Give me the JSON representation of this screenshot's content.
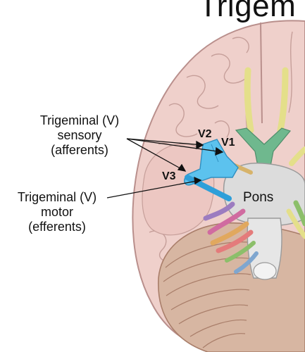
{
  "title": "Trigem",
  "labels": {
    "sensory_line1": "Trigeminal (V)",
    "sensory_line2": "sensory",
    "sensory_line3": "(afferents)",
    "motor_line1": "Trigeminal (V)",
    "motor_line2": "motor",
    "motor_line3": "(efferents)",
    "v1": "V1",
    "v2": "V2",
    "v3": "V3",
    "pons": "Pons"
  },
  "colors": {
    "brain": "#efd0cb",
    "brain_outline": "#b98f8c",
    "cerebellum": "#d7b6a2",
    "pons": "#dcdcdc",
    "trigeminal": "#5cc2ee",
    "trigeminal_motor": "#2e9fd9",
    "olfactory": "#e4df8a",
    "chiasm": "#6fb88e"
  }
}
